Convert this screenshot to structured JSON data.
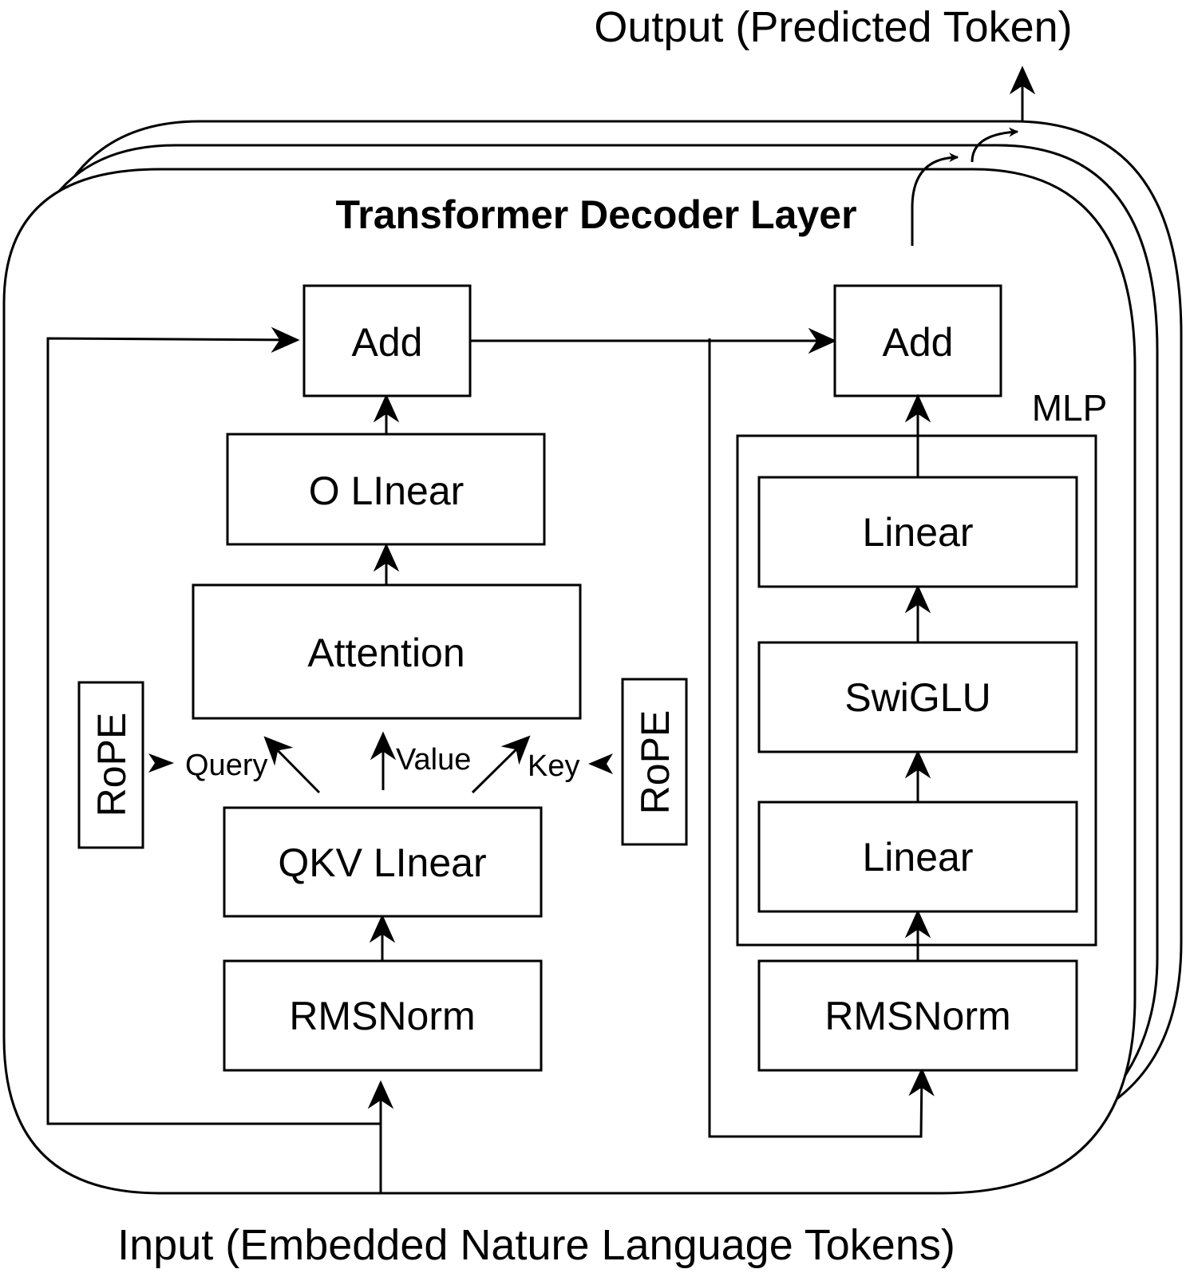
{
  "diagram": {
    "output_label": "Output (Predicted Token)",
    "input_label": "Input (Embedded Nature Language Tokens)",
    "layer_title": "Transformer Decoder Layer",
    "stack_count": 3,
    "attention_block": {
      "add": "Add",
      "o_linear": "O LInear",
      "attention": "Attention",
      "qkv_linear": "QKV LInear",
      "rmsnorm": "RMSNorm",
      "rope_left": "RoPE",
      "rope_right": "RoPE",
      "query": "Query",
      "value": "Value",
      "key": "Key"
    },
    "mlp_block": {
      "add": "Add",
      "group_label": "MLP",
      "linear_top": "Linear",
      "swiglu": "SwiGLU",
      "linear_bottom": "Linear",
      "rmsnorm": "RMSNorm"
    },
    "colors": {
      "stroke": "#000000",
      "background": "#ffffff"
    }
  }
}
